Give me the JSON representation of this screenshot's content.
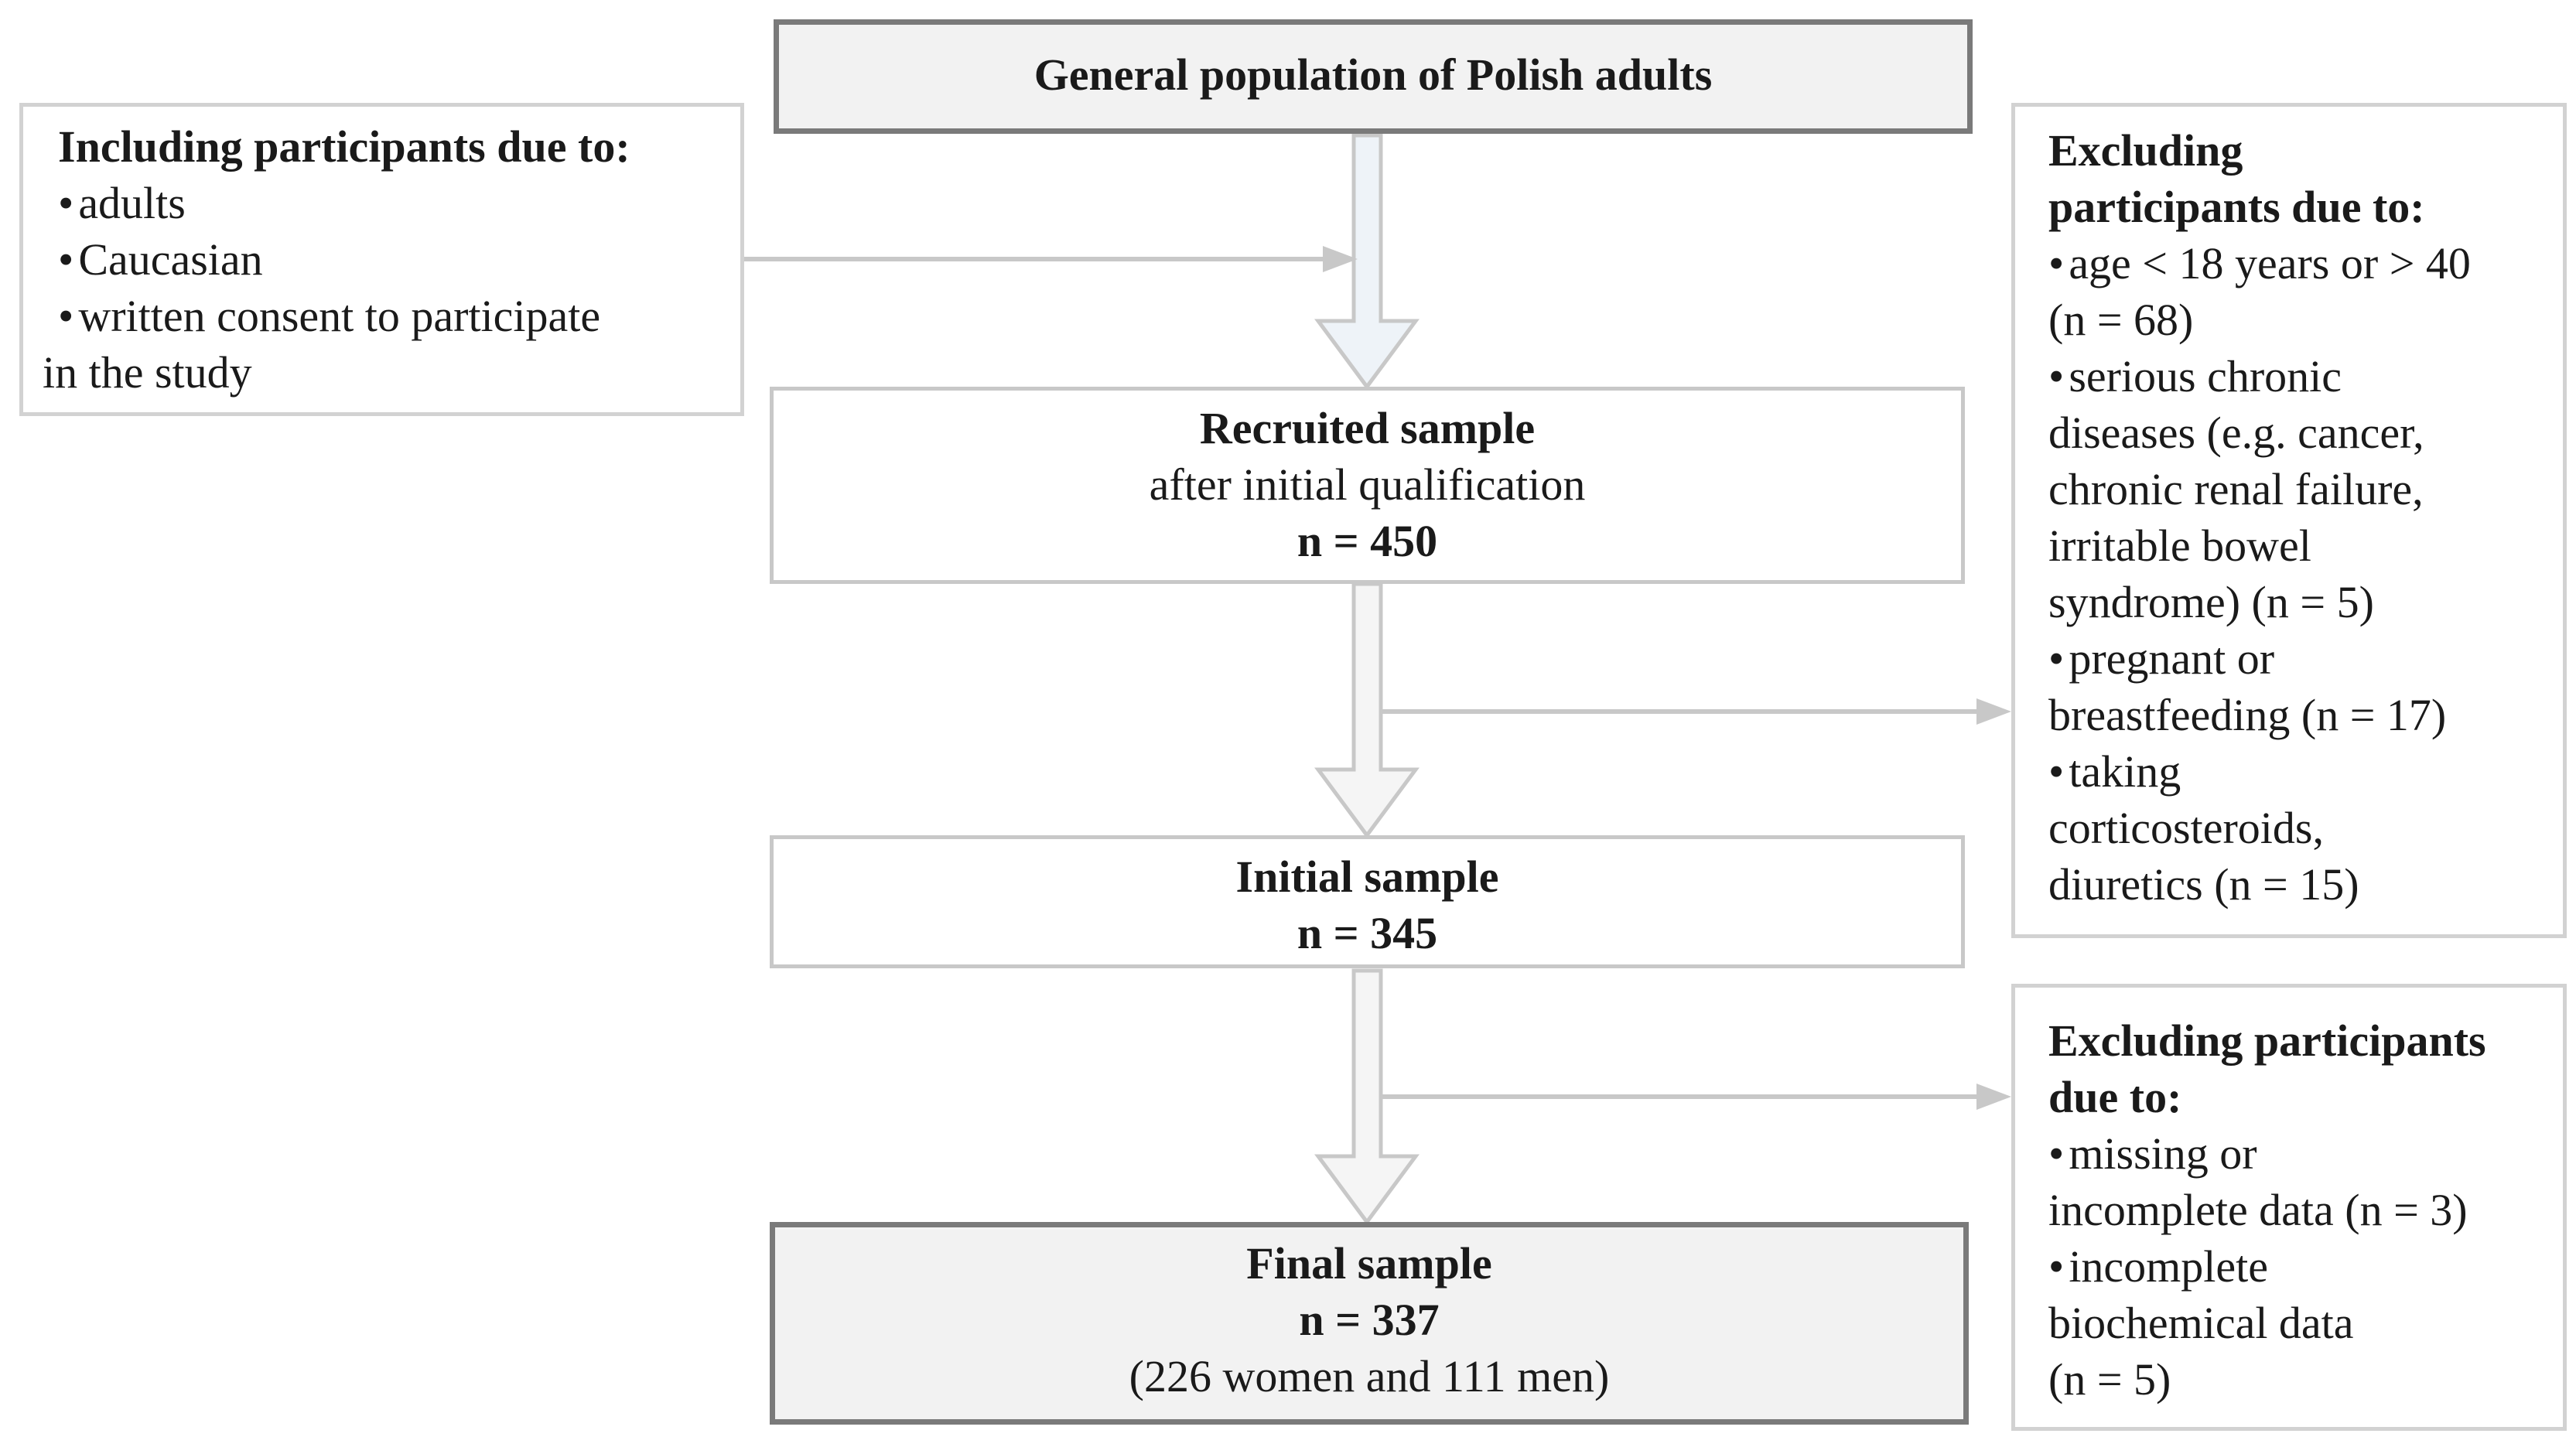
{
  "boxes": {
    "general": {
      "title": "General population of Polish adults"
    },
    "recruited": {
      "title": "Recruited sample",
      "subtitle": "after initial qualification",
      "n": "n = 450"
    },
    "initial": {
      "title": "Initial sample",
      "n": "n = 345"
    },
    "final": {
      "title": "Final sample",
      "n": "n = 337",
      "detail": "(226 women and 111 men)"
    }
  },
  "inclusion": {
    "heading": "Including participants due to:",
    "items": [
      "adults",
      "Caucasian",
      "written consent to participate"
    ],
    "continuation": "in the study"
  },
  "exclusion1": {
    "heading_line1": "Excluding",
    "heading_line2": "participants due to:",
    "lines": [
      "age < 18 years or > 40",
      "(n = 68)",
      "serious chronic",
      "diseases (e.g. cancer,",
      "chronic renal failure,",
      "irritable bowel",
      "syndrome) (n = 5)",
      "pregnant or",
      "breastfeeding (n = 17)",
      "taking",
      "corticosteroids,",
      "diuretics (n = 15)"
    ]
  },
  "exclusion2": {
    "heading_line1": "Excluding participants",
    "heading_line2": "due to:",
    "lines": [
      "missing or",
      "incomplete data (n = 3)",
      "incomplete",
      "biochemical data",
      "(n = 5)"
    ]
  },
  "colors": {
    "arrow_fill": "#eef3f8",
    "arrow_stroke": "#c8c8c8",
    "connector": "#c8c8c8"
  }
}
